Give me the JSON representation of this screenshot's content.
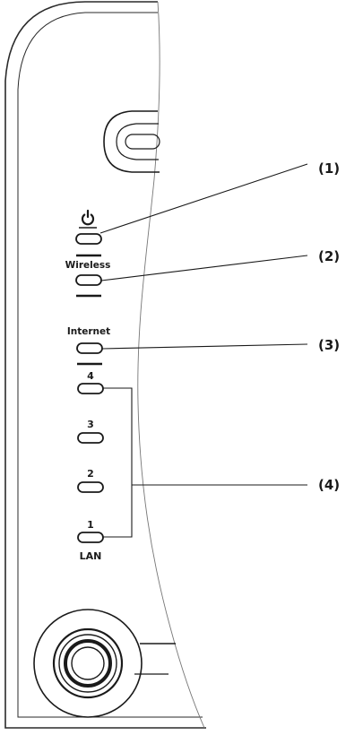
{
  "device": {
    "power_icon": "power-icon",
    "led_labels": {
      "wireless": "Wireless",
      "internet": "Internet",
      "lan_4": "4",
      "lan_3": "3",
      "lan_2": "2",
      "lan_1": "1",
      "lan": "LAN"
    }
  },
  "callouts": {
    "c1": "(1)",
    "c2": "(2)",
    "c3": "(3)",
    "c4": "(4)"
  },
  "colors": {
    "ink": "#1a1a1a",
    "outline": "#2a2a2a",
    "background": "#ffffff"
  }
}
